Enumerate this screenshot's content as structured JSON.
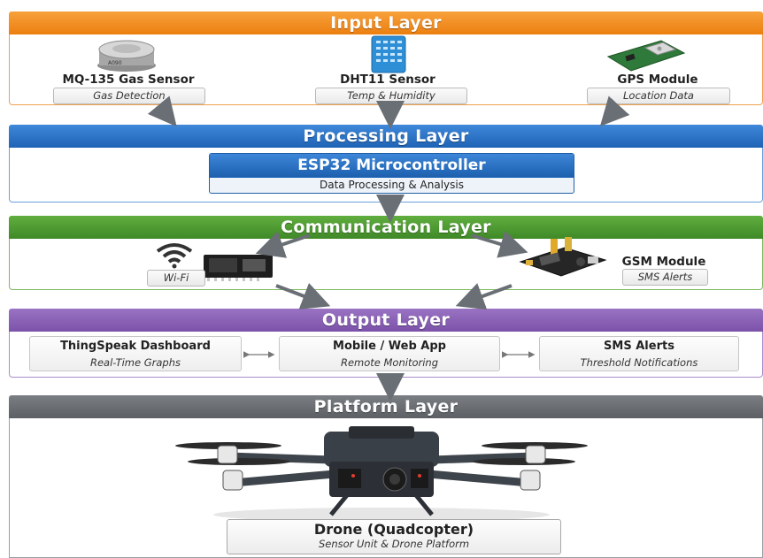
{
  "layers": {
    "input": {
      "title": "Input Layer",
      "color": "#f08a1c"
    },
    "processing": {
      "title": "Processing Layer",
      "color": "#2a73c9"
    },
    "communication": {
      "title": "Communication Layer",
      "color": "#4f9a33"
    },
    "output": {
      "title": "Output Layer",
      "color": "#8b63b5"
    },
    "platform": {
      "title": "Platform Layer",
      "color": "#6b6f74"
    }
  },
  "input": {
    "gas": {
      "name": "MQ-135 Gas Sensor",
      "desc": "Gas Detection",
      "icon": "gas-sensor-icon"
    },
    "dht": {
      "name": "DHT11 Sensor",
      "desc": "Temp & Humidity",
      "icon": "dht11-sensor-icon"
    },
    "gps": {
      "name": "GPS Module",
      "desc": "Location Data",
      "icon": "gps-module-icon"
    }
  },
  "processing": {
    "title": "ESP32 Microcontroller",
    "subtitle": "Data Processing & Analysis"
  },
  "communication": {
    "wifi": {
      "desc": "Wi-Fi",
      "icon": "wifi-icon"
    },
    "gsm": {
      "name": "GSM Module",
      "desc": "SMS Alerts",
      "icon": "gsm-module-icon"
    }
  },
  "output": {
    "thingspeak": {
      "title": "ThingSpeak Dashboard",
      "subtitle": "Real-Time Graphs"
    },
    "app": {
      "title": "Mobile / Web App",
      "subtitle": "Remote Monitoring"
    },
    "sms": {
      "title": "SMS Alerts",
      "subtitle": "Threshold Notifications"
    }
  },
  "platform": {
    "title": "Drone (Quadcopter)",
    "subtitle": "Sensor Unit & Drone Platform",
    "icon": "drone-icon"
  }
}
